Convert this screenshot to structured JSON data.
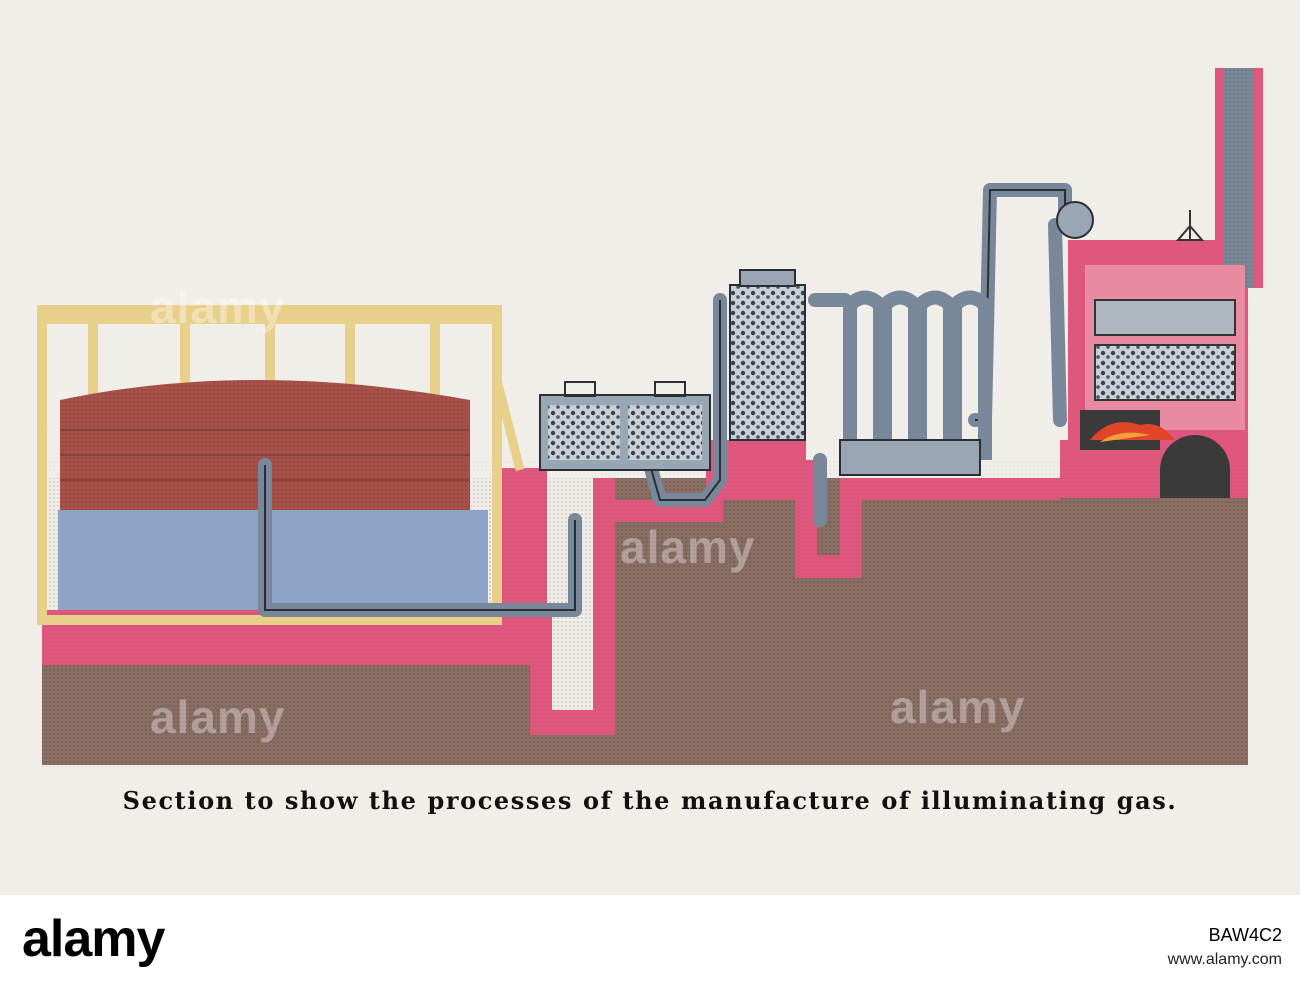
{
  "caption": "Section to show the processes of the manufacture of illuminating gas.",
  "watermark": {
    "text": "alamy"
  },
  "footer": {
    "logo": "alamy",
    "image_id": "BAW4C2",
    "site": "www.alamy.com"
  },
  "colors": {
    "background": "#f1eee9",
    "brick_pink": "#e0577d",
    "earth_brown": "#8a6e64",
    "frame_yellow": "#e8d08a",
    "gasholder_red": "#a8504a",
    "water_blue": "#8ea4c6",
    "iron_grey": "#78889a",
    "fire_orange": "#e0452a"
  },
  "icons": [
    "gasholder",
    "purifier",
    "scrubber",
    "condenser",
    "retort-furnace",
    "chimney"
  ]
}
